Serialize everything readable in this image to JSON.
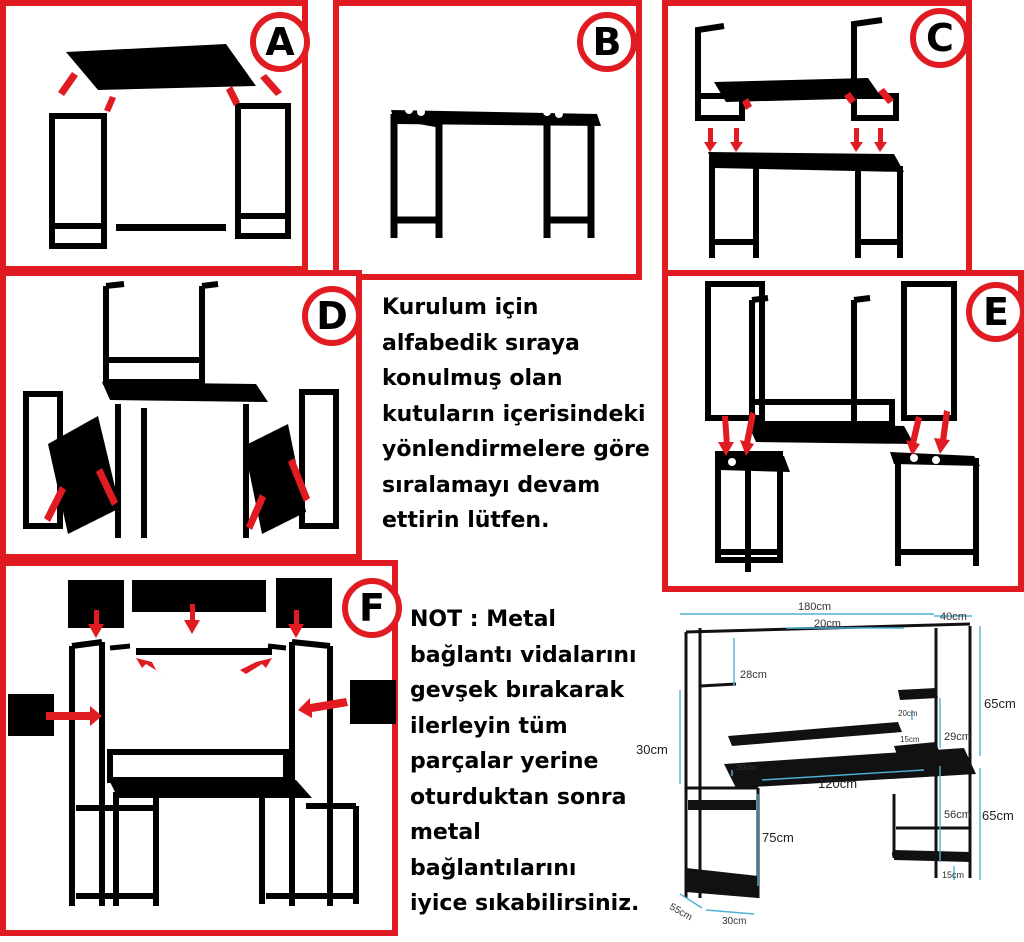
{
  "steps": {
    "a": {
      "letter": "A"
    },
    "b": {
      "letter": "B"
    },
    "c": {
      "letter": "C"
    },
    "d": {
      "letter": "D"
    },
    "e": {
      "letter": "E"
    },
    "f": {
      "letter": "F"
    }
  },
  "instructions": {
    "lines": [
      "Kurulum için",
      "alfabedik sıraya",
      "konulmuş olan",
      "kutuların içerisindeki",
      "yönlendirmelere göre",
      "sıralamayı devam",
      "ettirin lütfen."
    ]
  },
  "note": {
    "lines": [
      "NOT : Metal",
      "bağlantı vidalarını",
      "gevşek bırakarak",
      "ilerleyin tüm",
      "parçalar yerine",
      "oturduktan sonra",
      "metal",
      "bağlantılarını",
      "iyice sıkabilirsiniz."
    ]
  },
  "dimensions": {
    "total_width": "180cm",
    "side_width": "40cm",
    "top_shelf_depth": "20cm",
    "upper_height": "28cm",
    "total_height_right": "65cm",
    "monitor_shelf_width": "20cm",
    "monitor_shelf_height": "15cm",
    "right_shelf_height": "29cm",
    "left_height": "30cm",
    "desk_depth": "30cm",
    "desk_width": "120cm",
    "desk_height": "75cm",
    "lower_right_height": "56cm",
    "lower_height_right": "65cm",
    "bottom_gap": "15cm",
    "base_depth": "55cm",
    "base_width": "30cm"
  },
  "colors": {
    "accent": "#e11b22",
    "ink": "#000000",
    "dimension": "#4fb3d9"
  }
}
